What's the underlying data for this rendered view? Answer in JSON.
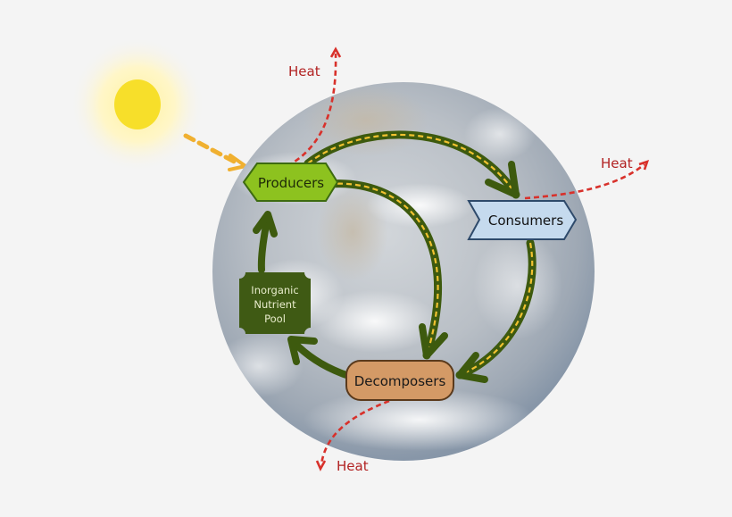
{
  "diagram": {
    "type": "ecosystem energy and nutrient flow",
    "background": "#f4f4f4",
    "nodes": {
      "producers": {
        "label": "Producers",
        "fill": "#8dc21f",
        "stroke": "#3d6b10"
      },
      "consumers": {
        "label": "Consumers",
        "fill": "#c5daee",
        "stroke": "#2e4a6b"
      },
      "decomposers": {
        "label": "Decomposers",
        "fill": "#d49a66",
        "stroke": "#5a3a1c"
      },
      "nutrient_pool": {
        "line1": "Inorganic",
        "line2": "Nutrient",
        "line3": "Pool",
        "fill": "#3f5a14",
        "text_color": "#e8eccc"
      }
    },
    "heat_labels": {
      "top": "Heat",
      "right": "Heat",
      "bottom": "Heat",
      "color": "#b22222"
    },
    "colors": {
      "nutrient_arrow": "#3d5a0e",
      "energy_dash": "#f2c230",
      "heat_arrow": "#d8312b",
      "sun_core": "#f7df2a",
      "sun_arrow": "#f0b030"
    },
    "edges": [
      {
        "from": "Sun",
        "to": "Producers",
        "kind": "solar energy"
      },
      {
        "from": "Producers",
        "to": "Consumers",
        "kind": "energy + nutrients"
      },
      {
        "from": "Producers",
        "to": "Decomposers",
        "kind": "energy + nutrients"
      },
      {
        "from": "Consumers",
        "to": "Decomposers",
        "kind": "energy + nutrients"
      },
      {
        "from": "Decomposers",
        "to": "Inorganic Nutrient Pool",
        "kind": "nutrients"
      },
      {
        "from": "Inorganic Nutrient Pool",
        "to": "Producers",
        "kind": "nutrients"
      },
      {
        "from": "Producers",
        "to": "Heat",
        "kind": "heat loss"
      },
      {
        "from": "Consumers",
        "to": "Heat",
        "kind": "heat loss"
      },
      {
        "from": "Decomposers",
        "to": "Heat",
        "kind": "heat loss"
      }
    ]
  }
}
